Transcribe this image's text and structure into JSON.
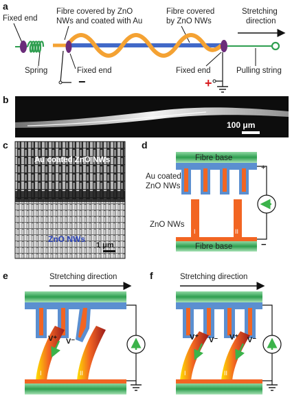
{
  "panel_a": {
    "letter": "a",
    "fixed_end_left": "Fixed end",
    "fibre_zno_au_line1": "Fibre covered by ZnO",
    "fibre_zno_au_line2": "NWs and coated with Au",
    "fibre_zno_line1": "Fibre covered",
    "fibre_zno_line2": "by ZnO NWs",
    "stretch_line1": "Stretching",
    "stretch_line2": "direction",
    "spring": "Spring",
    "fixed_end_mid": "Fixed end",
    "fixed_end_right": "Fixed end",
    "pulling_string": "Pulling string",
    "minus": "−",
    "plus": "+"
  },
  "panel_b": {
    "letter": "b",
    "scale": "100 μm"
  },
  "panel_c": {
    "letter": "c",
    "au_label": "Au coated ZnO NWs",
    "zno_label": "ZnO NWs",
    "scale": "1 μm"
  },
  "panel_d": {
    "letter": "d",
    "fibre_base_top": "Fibre base",
    "au_line1": "Au coated",
    "au_line2": "ZnO NWs",
    "zno": "ZnO NWs",
    "nw1": "I",
    "nw2": "II",
    "fibre_base_bottom": "Fibre base",
    "plus": "+",
    "minus": "−"
  },
  "panel_e": {
    "letter": "e",
    "stretch": "Stretching direction",
    "vplus": "V⁺",
    "vminus": "V⁻",
    "nw1": "I",
    "nw2": "II"
  },
  "panel_f": {
    "letter": "f",
    "stretch": "Stretching direction",
    "vplus1": "V⁺",
    "vminus1": "V⁻",
    "vplus2": "V⁺",
    "vminus2": "V⁻",
    "nw1": "I",
    "nw2": "II"
  },
  "colors": {
    "fibre_green": "#2e9e4f",
    "au_blue": "#5b8fd0",
    "zno_orange": "#f26522",
    "fixed_end_purple": "#6b2c7a",
    "plus_red": "#d7191c",
    "arrow_green": "#3bb34a"
  }
}
